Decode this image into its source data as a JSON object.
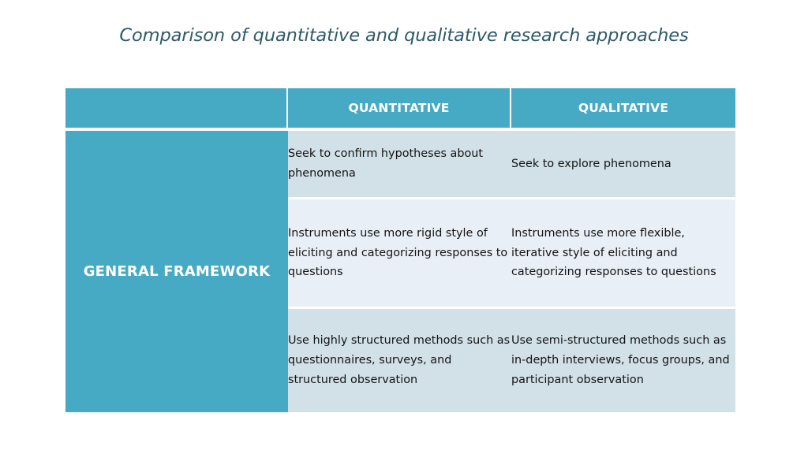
{
  "slide": {
    "title": "Comparison of quantitative and qualitative research approaches",
    "background_color": "#FFFFFF",
    "title_color": "#2E5A6B"
  },
  "theme": {
    "accent_teal": "#46AAC4",
    "band_a": "#D2E0E7",
    "band_b": "#E9EFF6",
    "header_text": "#FFFFFF",
    "body_text": "#141414"
  },
  "table": {
    "columns": [
      {
        "key": "category",
        "label": ""
      },
      {
        "key": "quantitative",
        "label": "QUANTITATIVE"
      },
      {
        "key": "qualitative",
        "label": "QUALITATIVE"
      }
    ],
    "row_group_label": "GENERAL FRAMEWORK",
    "rows": [
      {
        "quantitative": "Seek to confirm hypotheses about phenomena",
        "qualitative": "Seek to explore phenomena"
      },
      {
        "quantitative": "Instruments use more rigid style of eliciting and categorizing responses to questions",
        "qualitative": "Instruments use more flexible, iterative style of eliciting and categorizing responses to questions"
      },
      {
        "quantitative": "Use highly structured methods such as questionnaires, surveys, and structured observation",
        "qualitative": "Use semi-structured methods such as in-depth interviews, focus groups, and participant observation"
      }
    ]
  }
}
